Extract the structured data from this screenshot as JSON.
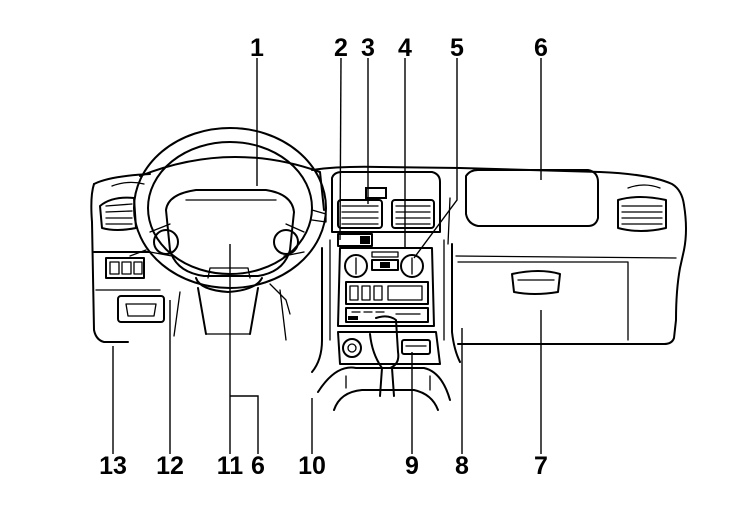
{
  "callouts_top": [
    "1",
    "2",
    "3",
    "4",
    "5",
    "6"
  ],
  "callouts_bottom": [
    "13",
    "12",
    "11",
    "6",
    "10",
    "9",
    "8",
    "7"
  ]
}
